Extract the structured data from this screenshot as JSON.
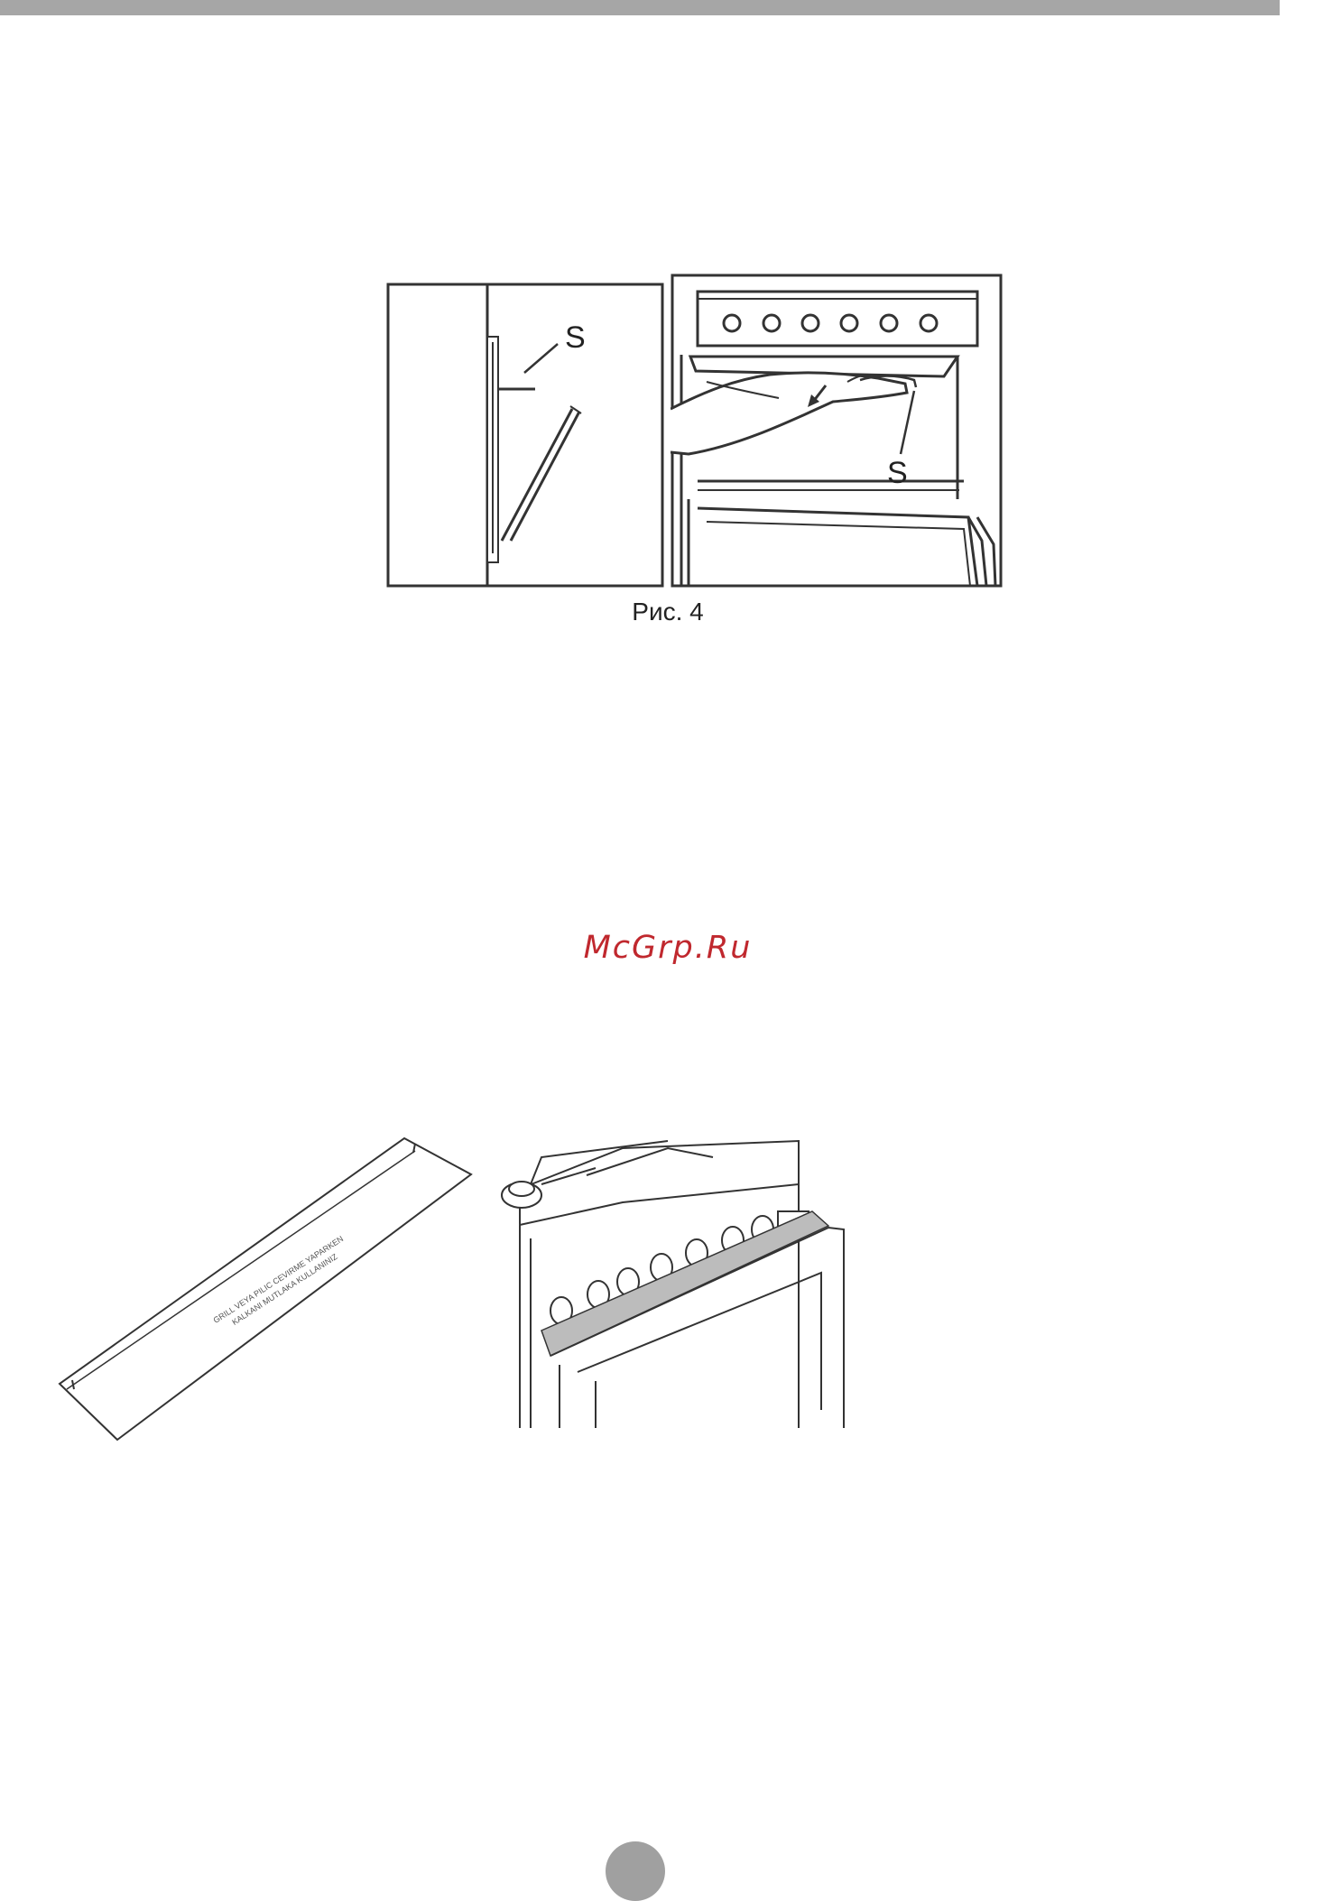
{
  "figure4": {
    "callout_left": "S",
    "callout_right": "S",
    "caption": "Рис. 4"
  },
  "watermark": "McGrp.Ru",
  "grill_panel_print": {
    "line1": "GRILL VEYA PILIC CEVIRME YAPARKEN",
    "line2": "KALKANI MUTLAKA KULLANINIZ"
  }
}
